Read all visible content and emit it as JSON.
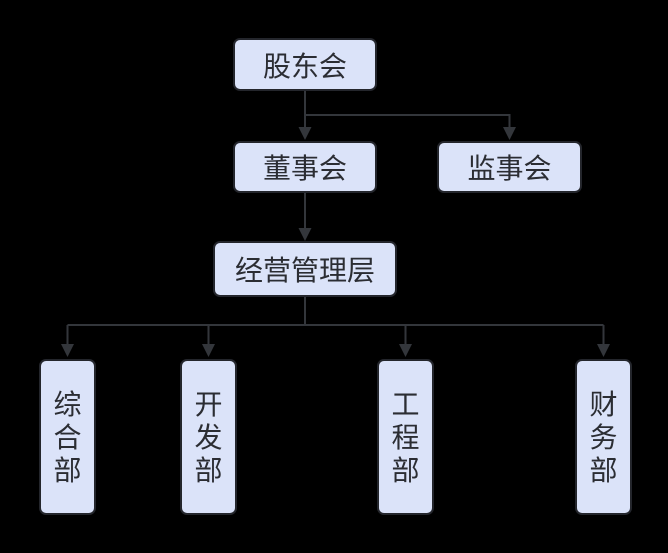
{
  "theme": {
    "canvas-bg": "#000000",
    "node-fill": "#dbe3f9",
    "node-border": "#24262c",
    "edge-color": "#33363b",
    "text-color": "#2b2d33"
  },
  "diagram": {
    "type": "org-chart",
    "nodes": {
      "shareholders": {
        "label": "股东会"
      },
      "board": {
        "label": "董事会"
      },
      "supervisory": {
        "label": "监事会"
      },
      "management": {
        "label": "经营管理层"
      },
      "general_dept": {
        "label": "综合部"
      },
      "development_dept": {
        "label": "开发部"
      },
      "engineering_dept": {
        "label": "工程部"
      },
      "finance_dept": {
        "label": "财务部"
      }
    },
    "edges": [
      {
        "from": "shareholders",
        "to": "board"
      },
      {
        "from": "shareholders",
        "to": "supervisory"
      },
      {
        "from": "board",
        "to": "management"
      },
      {
        "from": "management",
        "to": "general_dept"
      },
      {
        "from": "management",
        "to": "development_dept"
      },
      {
        "from": "management",
        "to": "engineering_dept"
      },
      {
        "from": "management",
        "to": "finance_dept"
      }
    ]
  }
}
